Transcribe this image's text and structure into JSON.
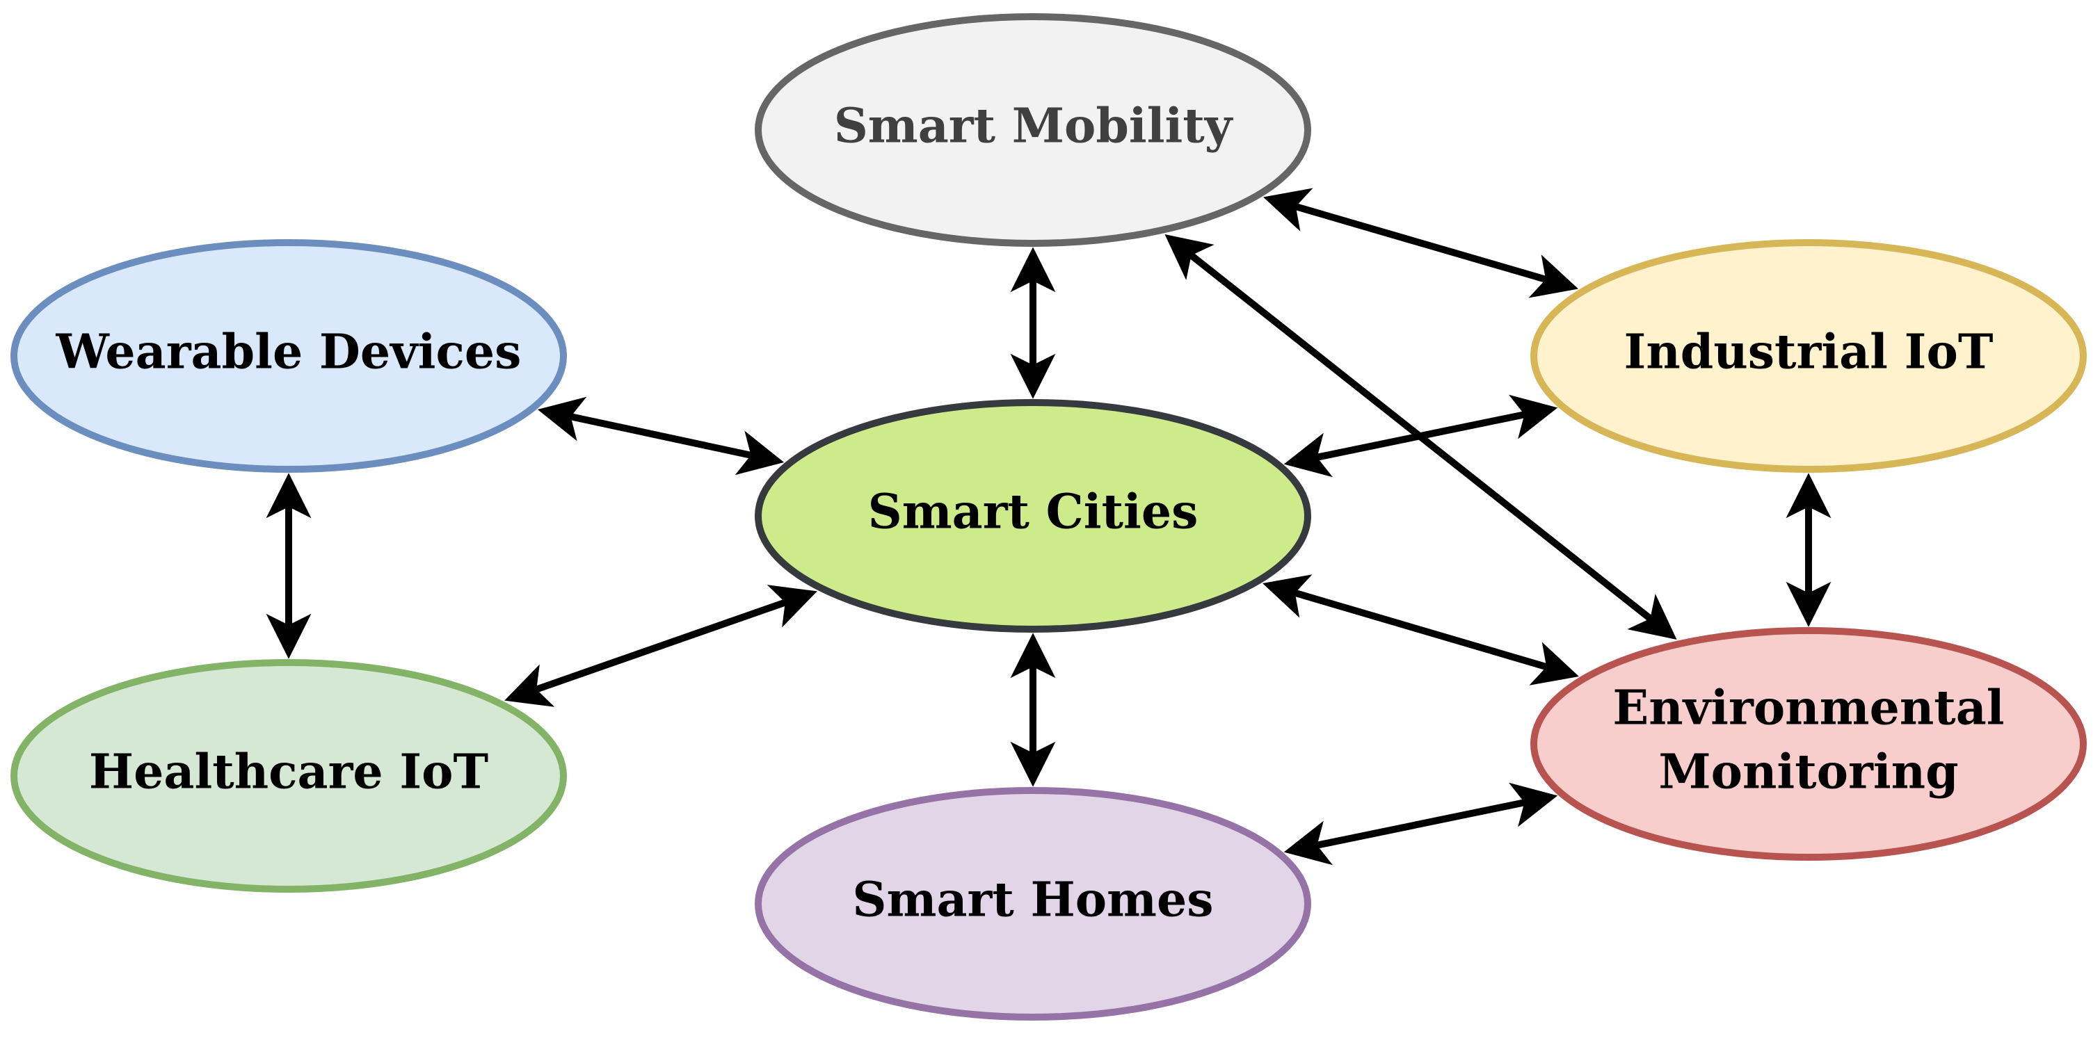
{
  "diagram": {
    "nodes": [
      {
        "id": "smart-mobility",
        "lines": [
          "Smart Mobility"
        ],
        "fill": "#f2f2f2",
        "stroke": "#666666",
        "text_color": "#404040"
      },
      {
        "id": "wearable-devices",
        "lines": [
          "Wearable Devices"
        ],
        "fill": "#dae8fc",
        "stroke": "#6c8ebf",
        "text_color": "#000000"
      },
      {
        "id": "smart-cities",
        "lines": [
          "Smart Cities"
        ],
        "fill": "#cdeb8b",
        "stroke": "#36393d",
        "text_color": "#000000"
      },
      {
        "id": "industrial-iot",
        "lines": [
          "Industrial IoT"
        ],
        "fill": "#fff2cc",
        "stroke": "#d6b656",
        "text_color": "#000000"
      },
      {
        "id": "healthcare-iot",
        "lines": [
          "Healthcare IoT"
        ],
        "fill": "#d5e8d4",
        "stroke": "#82b366",
        "text_color": "#000000"
      },
      {
        "id": "environmental-monitoring",
        "lines": [
          "Environmental",
          "Monitoring"
        ],
        "fill": "#f8cecc",
        "stroke": "#b85450",
        "text_color": "#000000"
      },
      {
        "id": "smart-homes",
        "lines": [
          "Smart Homes"
        ],
        "fill": "#e1d5e7",
        "stroke": "#9673a6",
        "text_color": "#000000"
      }
    ],
    "edges": [
      {
        "from": "smart-mobility",
        "to": "smart-cities",
        "direction": "both"
      },
      {
        "from": "smart-mobility",
        "to": "industrial-iot",
        "direction": "both"
      },
      {
        "from": "smart-mobility",
        "to": "environmental-monitoring",
        "direction": "both"
      },
      {
        "from": "wearable-devices",
        "to": "smart-cities",
        "direction": "both"
      },
      {
        "from": "wearable-devices",
        "to": "healthcare-iot",
        "direction": "both"
      },
      {
        "from": "industrial-iot",
        "to": "smart-cities",
        "direction": "both"
      },
      {
        "from": "industrial-iot",
        "to": "environmental-monitoring",
        "direction": "both"
      },
      {
        "from": "healthcare-iot",
        "to": "smart-cities",
        "direction": "both"
      },
      {
        "from": "smart-cities",
        "to": "environmental-monitoring",
        "direction": "both"
      },
      {
        "from": "smart-cities",
        "to": "smart-homes",
        "direction": "both"
      },
      {
        "from": "smart-homes",
        "to": "environmental-monitoring",
        "direction": "both"
      }
    ]
  }
}
